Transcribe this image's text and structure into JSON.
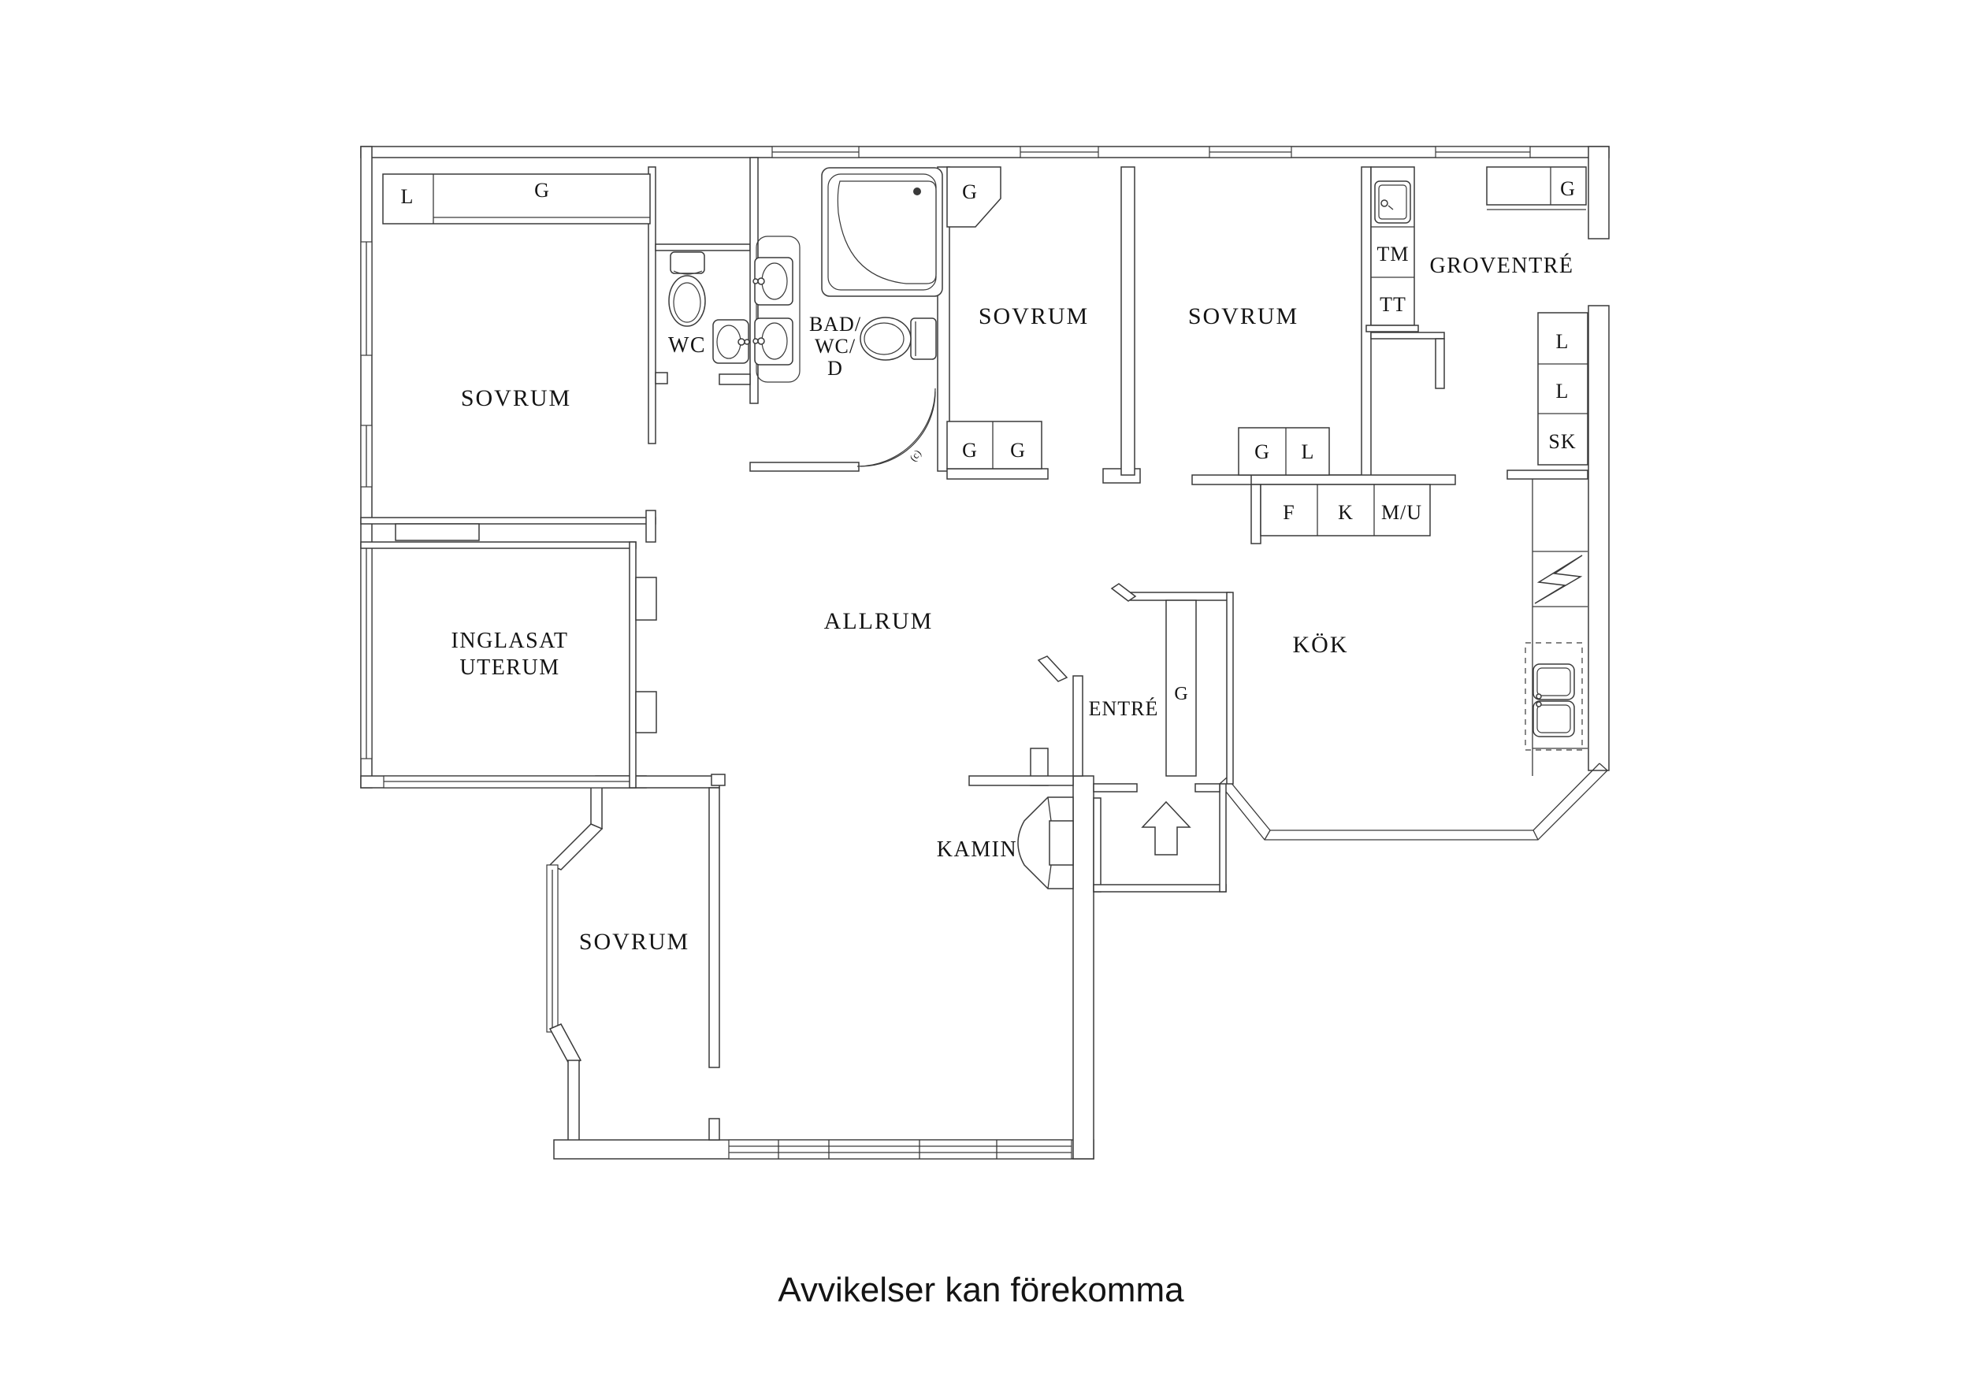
{
  "caption": "Avvikelser kan förekomma",
  "watermark": "(c)",
  "rooms": {
    "sovrum1": {
      "label": "SOVRUM"
    },
    "sovrum2": {
      "label": "SOVRUM"
    },
    "sovrum3": {
      "label": "SOVRUM"
    },
    "sovrum4": {
      "label": "SOVRUM"
    },
    "wc": {
      "label": "WC"
    },
    "bad": {
      "l1": "BAD/",
      "l2": "WC/",
      "l3": "D"
    },
    "allrum": {
      "label": "ALLRUM"
    },
    "uterum": {
      "l1": "INGLASAT",
      "l2": "UTERUM"
    },
    "entre": {
      "label": "ENTRÉ"
    },
    "kok": {
      "label": "KÖK"
    },
    "groventre": {
      "label": "GROVENTRÉ"
    },
    "kamin": {
      "label": "KAMIN"
    }
  },
  "closets": {
    "sov1_l": "L",
    "sov1_g": "G",
    "sov2_top_g": "G",
    "sov2_g1": "G",
    "sov2_g2": "G",
    "sov3_g": "G",
    "sov3_l": "L",
    "tm": "TM",
    "tt": "TT",
    "gro_g": "G",
    "right_l1": "L",
    "right_l2": "L",
    "right_sk": "SK",
    "f": "F",
    "k": "K",
    "mu": "M/U",
    "entre_g": "G"
  }
}
